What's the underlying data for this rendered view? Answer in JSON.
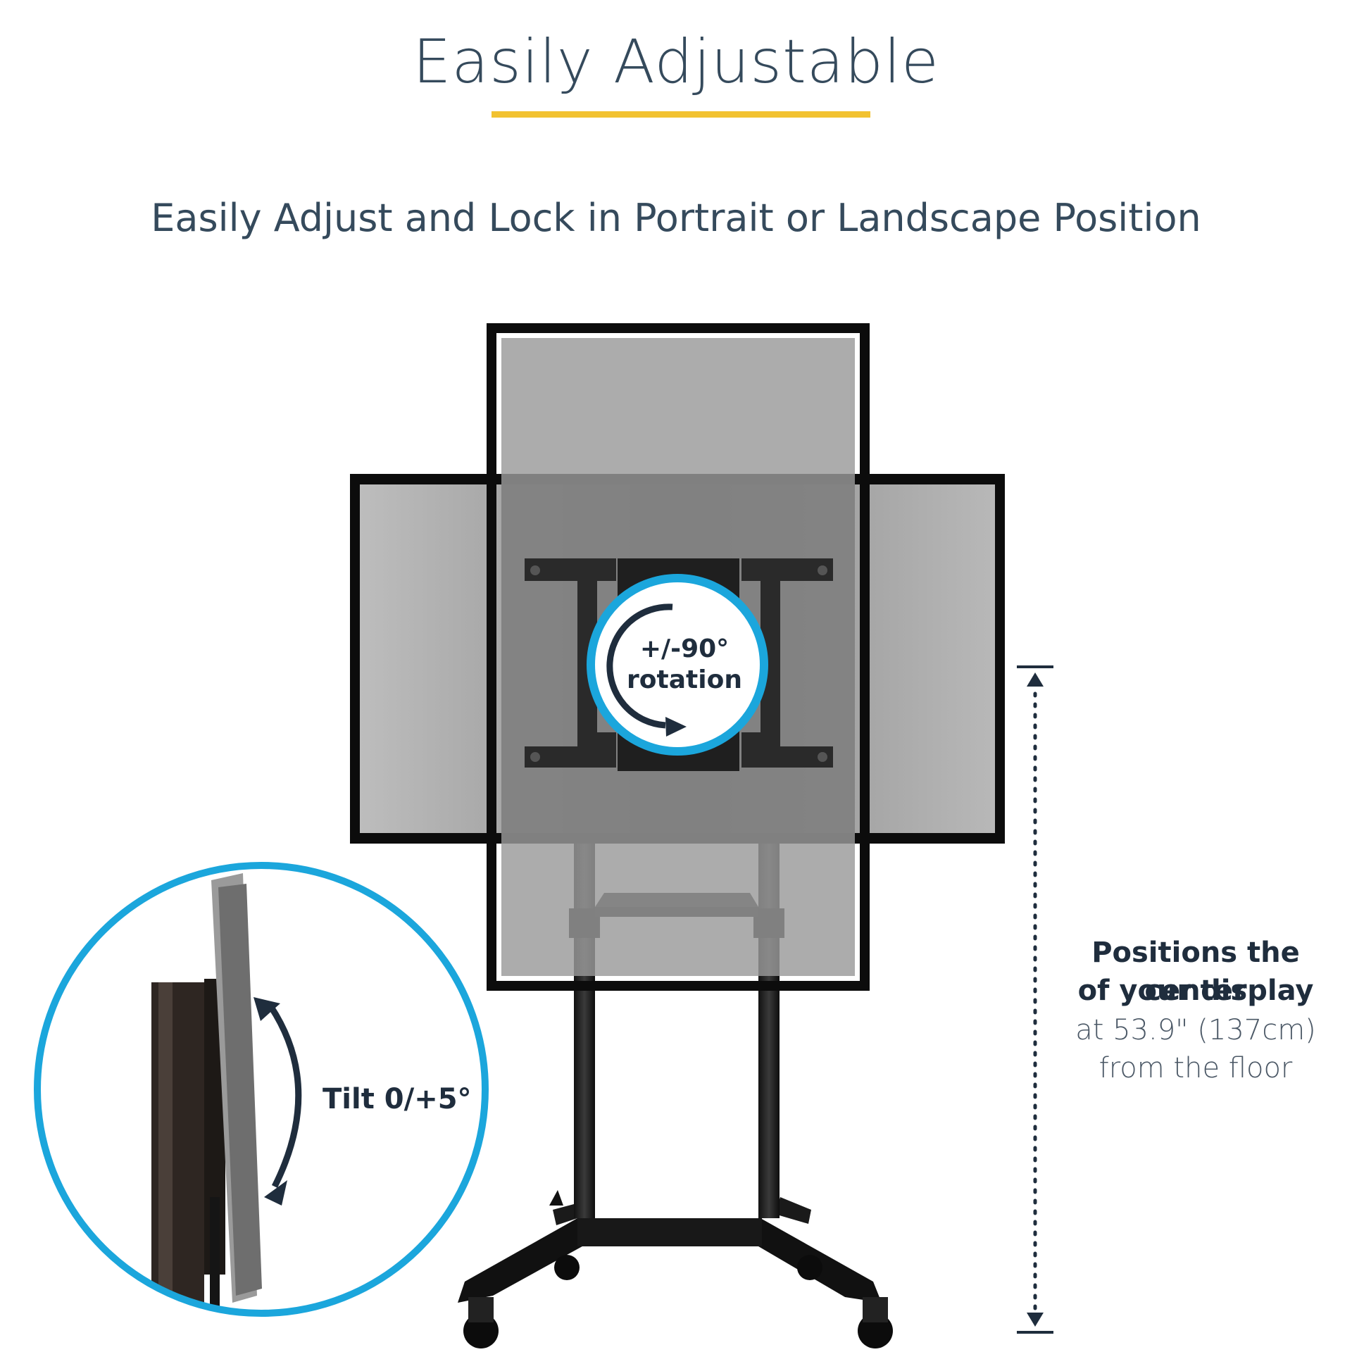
{
  "header": {
    "title": "Easily Adjustable",
    "subtitle": "Easily Adjust and Lock in Portrait or Landscape Position",
    "accent_color": "#f2c230"
  },
  "rotation_callout": {
    "line1": "+/-90°",
    "line2": "rotation",
    "ring_color": "#1ba6dc"
  },
  "tilt_callout": {
    "label": "Tilt 0/+5°",
    "ring_color": "#1ba6dc"
  },
  "height_callout": {
    "line1": "Positions the center",
    "line2": "of your display",
    "line3": "at 53.9\" (137cm)",
    "line4": "from the floor"
  }
}
